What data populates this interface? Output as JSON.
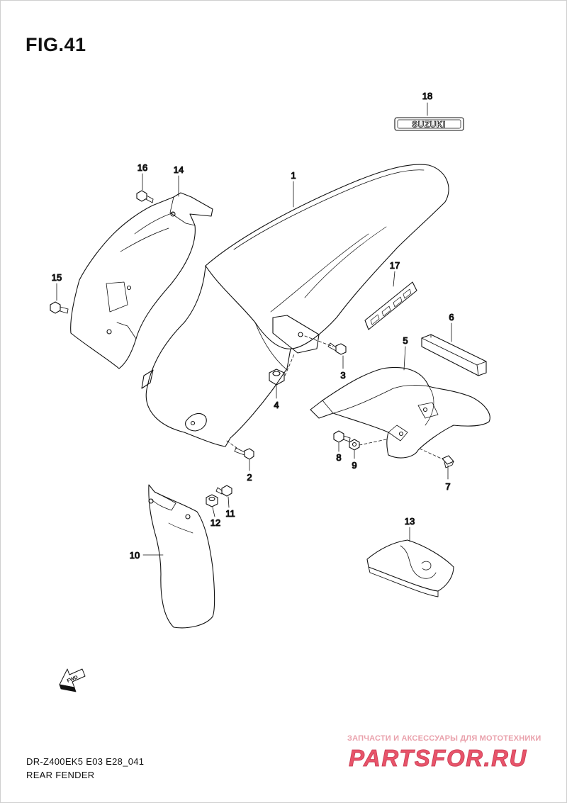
{
  "figure": {
    "title": "FIG.41",
    "model_code": "DR-Z400EK5 E03 E28_041",
    "section_name": "REAR FENDER",
    "fwd_label": "FWD",
    "emblem_text": "SUZUKI"
  },
  "callouts": [
    "1",
    "2",
    "3",
    "4",
    "5",
    "6",
    "7",
    "8",
    "9",
    "10",
    "11",
    "12",
    "13",
    "14",
    "15",
    "16",
    "17",
    "18"
  ],
  "watermark": {
    "tagline": "ЗАПЧАСТИ И АКСЕССУАРЫ ДЛЯ МОТОТЕХНИКИ",
    "logo": "PARTSFOR.RU",
    "color": "#e8546a"
  }
}
